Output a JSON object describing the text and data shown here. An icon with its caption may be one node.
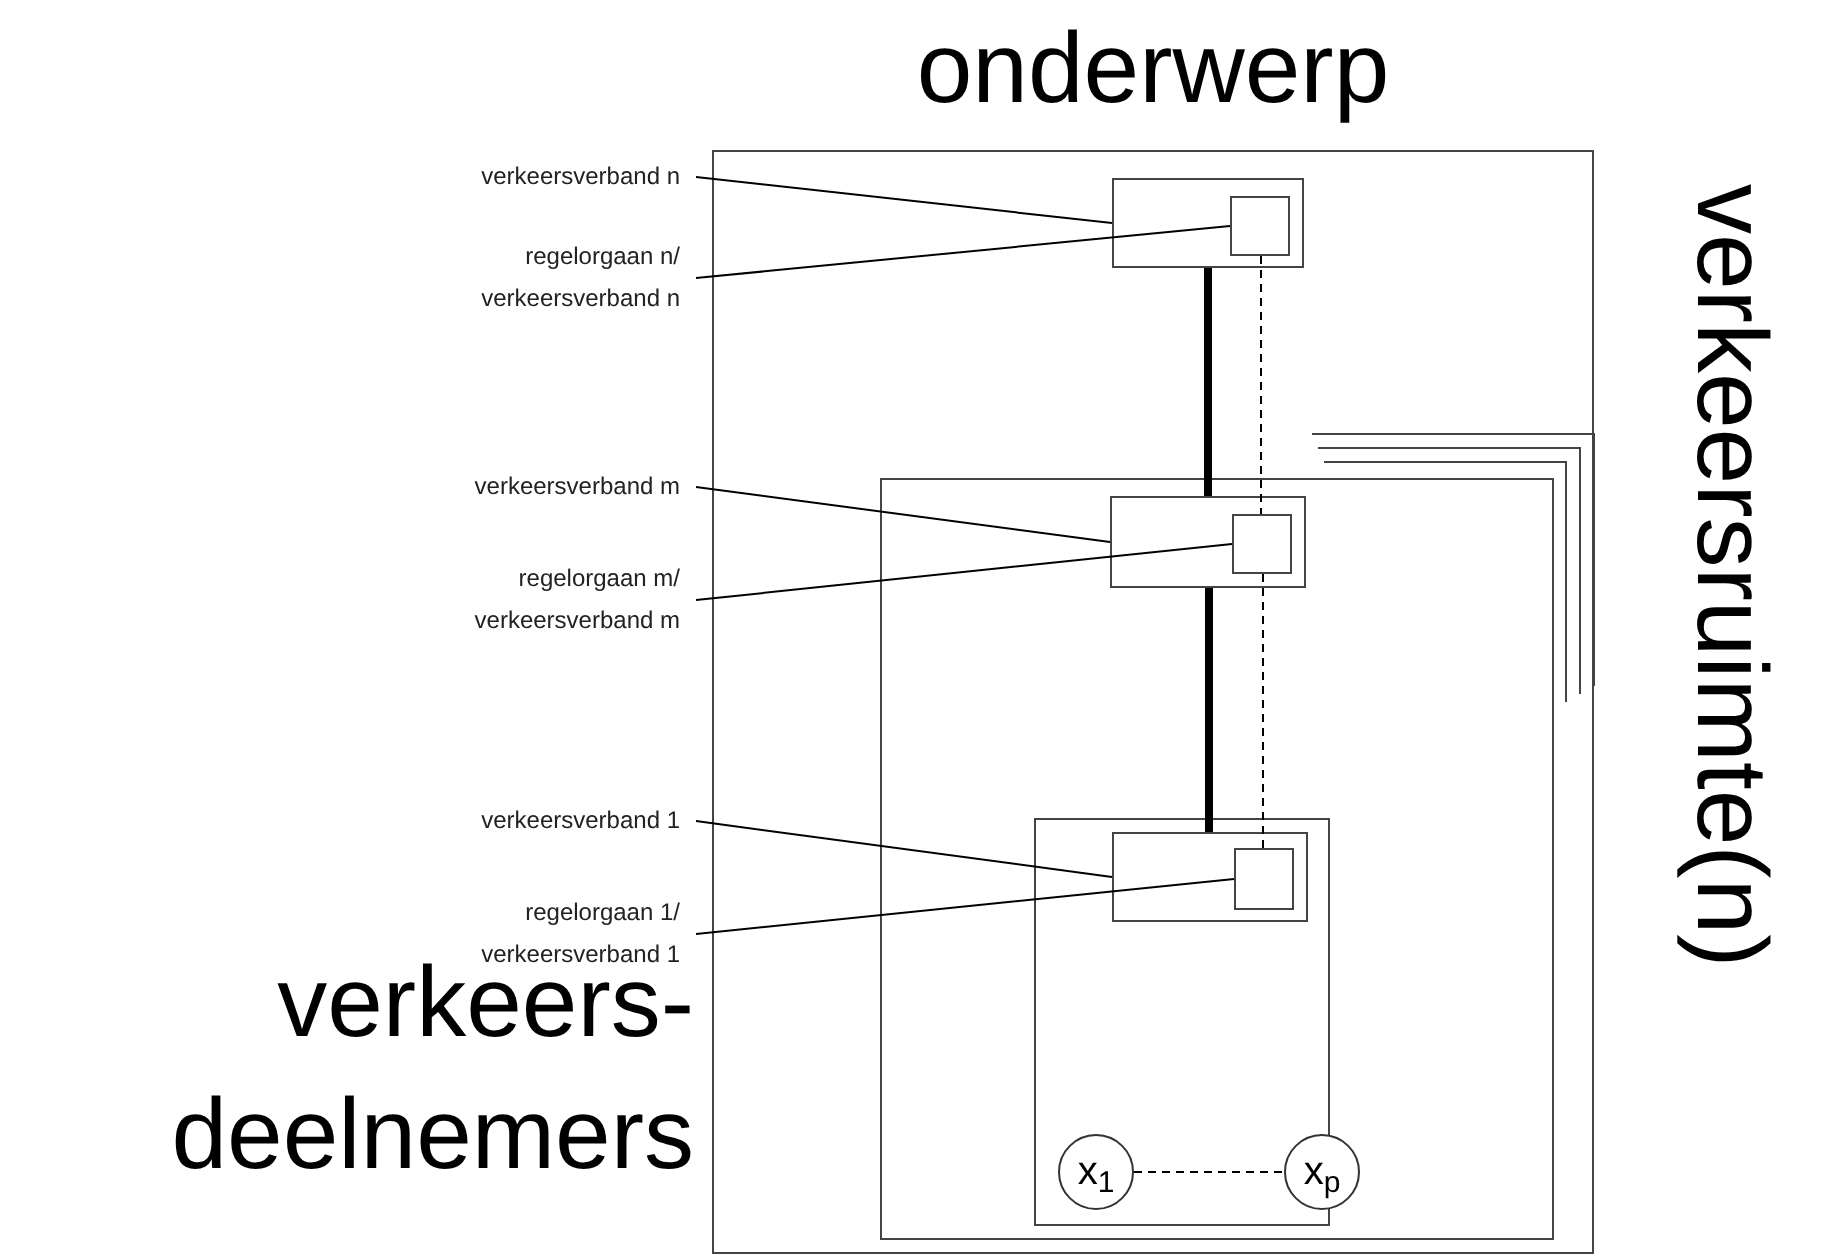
{
  "diagram": {
    "nodes": [
      {
        "text": [
          "onderwerp"
        ]
      },
      {
        "text": [],
        "shape": "box",
        "in": 0
      },
      {
        "text": [],
        "shape": "box",
        "in": 1
      },
      {
        "text": [],
        "shape": "box",
        "in": 0
      },
      {
        "text": [],
        "shape": "box",
        "in": 3
      },
      {
        "text": [],
        "shape": "box",
        "in": 4
      },
      {
        "text": [],
        "shape": "box",
        "in": 3
      },
      {
        "text": [],
        "shape": "box",
        "in": 6
      },
      {
        "text": [],
        "shape": "box",
        "in": 7
      },
      {
        "text": [
          "x$_{1}$"
        ],
        "in": 6
      },
      {
        "text": [
          "x$_{p}$"
        ],
        "in": 6
      },
      {
        "text": [
          "verkeersverband n"
        ]
      },
      {
        "text": [
          "regelorgaan n/ verkeersverband n"
        ]
      },
      {
        "text": [
          "verkeersverband m"
        ]
      },
      {
        "text": [
          "regelorgaan m/ verkeersverband m"
        ]
      },
      {
        "text": [
          "verkeersverband 1"
        ]
      },
      {
        "text": [
          "regelorgaan 1/ verkeersverband 1"
        ]
      }
    ],
    "edges": [
      {
        "from": 11,
        "to": 1,
        "arrow": "none"
      },
      {
        "from": 12,
        "to": 2,
        "arrow": "none"
      },
      {
        "from": 13,
        "to": 4,
        "arrow": "none"
      },
      {
        "from": 14,
        "to": 5,
        "arrow": "none"
      },
      {
        "from": 15,
        "to": 7,
        "arrow": "none"
      },
      {
        "from": 16,
        "to": 8,
        "arrow": "none"
      },
      {
        "from": 1,
        "to": 4,
        "arrow": "none",
        "style": "thick"
      },
      {
        "from": 4,
        "to": 7,
        "arrow": "none",
        "style": "thick"
      },
      {
        "from": 2,
        "to": 5,
        "arrow": "none",
        "style": "dashed"
      },
      {
        "from": 5,
        "to": 8,
        "arrow": "none",
        "style": "dashed"
      },
      {
        "from": 9,
        "to": 10,
        "arrow": "none",
        "style": "dashed"
      }
    ],
    "labels": [
      "verkeersruimte(n)",
      "verkeers- deelnemers"
    ]
  }
}
